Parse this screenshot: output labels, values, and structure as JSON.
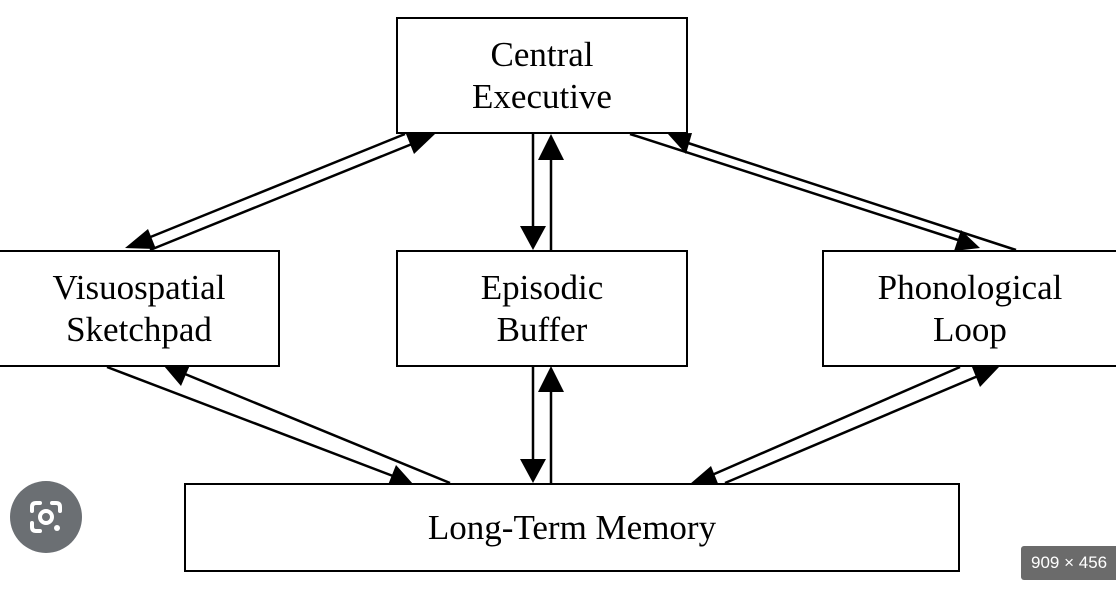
{
  "diagram": {
    "central_executive": {
      "line1": "Central",
      "line2": "Executive"
    },
    "visuospatial_sketchpad": {
      "line1": "Visuospatial",
      "line2": "Sketchpad"
    },
    "episodic_buffer": {
      "line1": "Episodic",
      "line2": "Buffer"
    },
    "phonological_loop": {
      "line1": "Phonological",
      "line2": "Loop"
    },
    "long_term_memory": {
      "label": "Long-Term Memory"
    }
  },
  "overlay": {
    "lens_icon": "google-lens-icon",
    "dimensions_badge": "909 × 456"
  }
}
